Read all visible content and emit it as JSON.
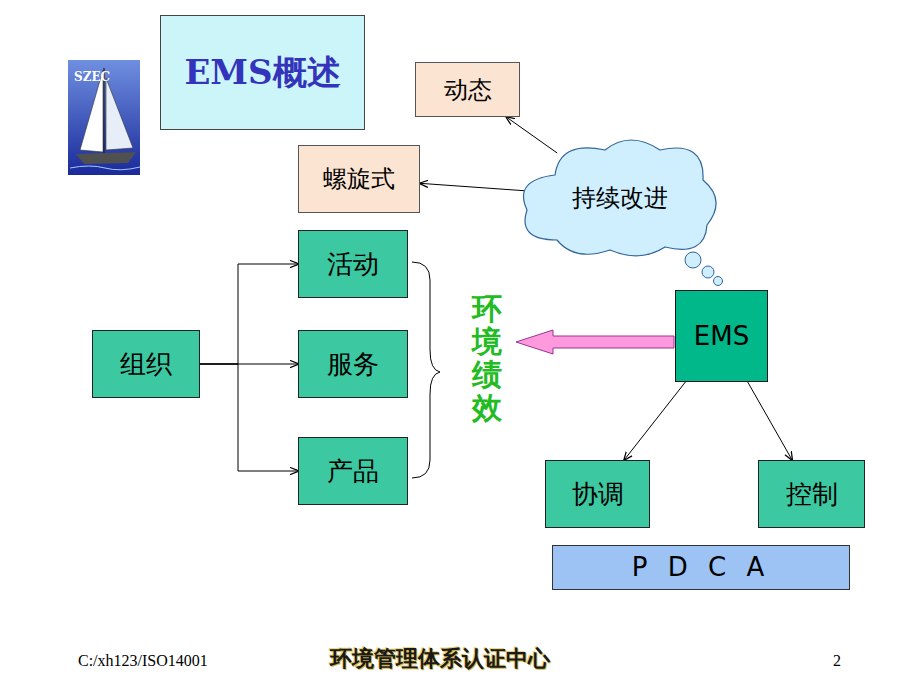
{
  "diagram": {
    "title": "EMS概述",
    "nodes": [
      {
        "text": [
          "动态"
        ]
      },
      {
        "text": [
          "螺旋式"
        ]
      },
      {
        "text": [
          "持续改进"
        ]
      },
      {
        "text": [
          "活动"
        ]
      },
      {
        "text": [
          "组织"
        ]
      },
      {
        "text": [
          "服务"
        ]
      },
      {
        "text": [
          "EMS"
        ]
      },
      {
        "text": [
          "产品"
        ]
      },
      {
        "text": [
          "协调"
        ]
      },
      {
        "text": [
          "控制"
        ]
      },
      {
        "text": [
          "P D C A"
        ]
      }
    ],
    "edges": [
      {
        "from": 2,
        "to": 0,
        "arrow": "to"
      },
      {
        "from": 2,
        "to": 1,
        "arrow": "to"
      },
      {
        "from": 4,
        "to": 3,
        "arrow": "to"
      },
      {
        "from": 4,
        "to": 5,
        "arrow": "to"
      },
      {
        "from": 4,
        "to": 7,
        "arrow": "to"
      },
      {
        "from": 6,
        "to": 8,
        "arrow": "to"
      },
      {
        "from": 6,
        "to": 9,
        "arrow": "to"
      }
    ],
    "labels": [
      "SZEC",
      "环境绩效",
      "C:/xh123/ISO14001",
      "环境管理体系认证中心",
      "2"
    ]
  }
}
